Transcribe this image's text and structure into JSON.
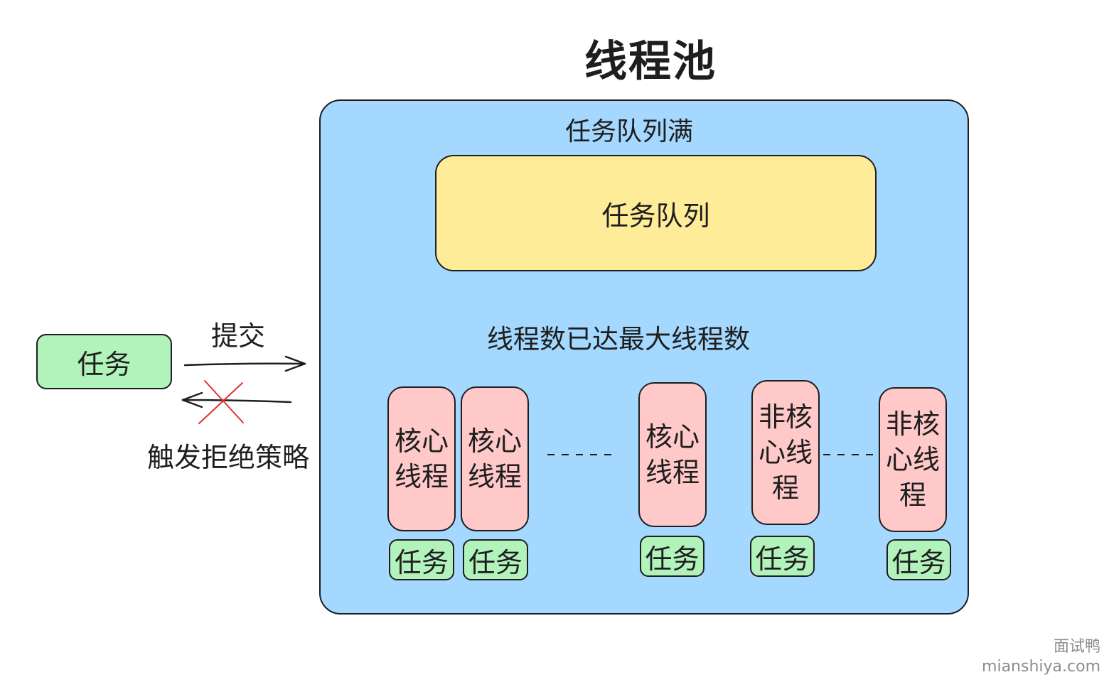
{
  "title": "线程池",
  "pool": {
    "queue_full_label": "任务队列满",
    "queue_label": "任务队列",
    "max_threads_label": "线程数已达最大线程数",
    "threads": [
      {
        "label": "核心线程",
        "task": "任务"
      },
      {
        "label": "核心线程",
        "task": "任务"
      },
      {
        "label": "核心线程",
        "task": "任务"
      },
      {
        "label": "非核心线程",
        "task": "任务"
      },
      {
        "label": "非核心线程",
        "task": "任务"
      }
    ]
  },
  "incoming_task": "任务",
  "submit_label": "提交",
  "reject_label": "触发拒绝策略",
  "watermark": {
    "name": "面试鸭",
    "site": "mianshiya.com"
  },
  "colors": {
    "pool": "#a5d8ff",
    "queue": "#ffec99",
    "thread": "#ffc9c9",
    "task": "#b2f2bb",
    "reject_cross": "#e03131"
  }
}
